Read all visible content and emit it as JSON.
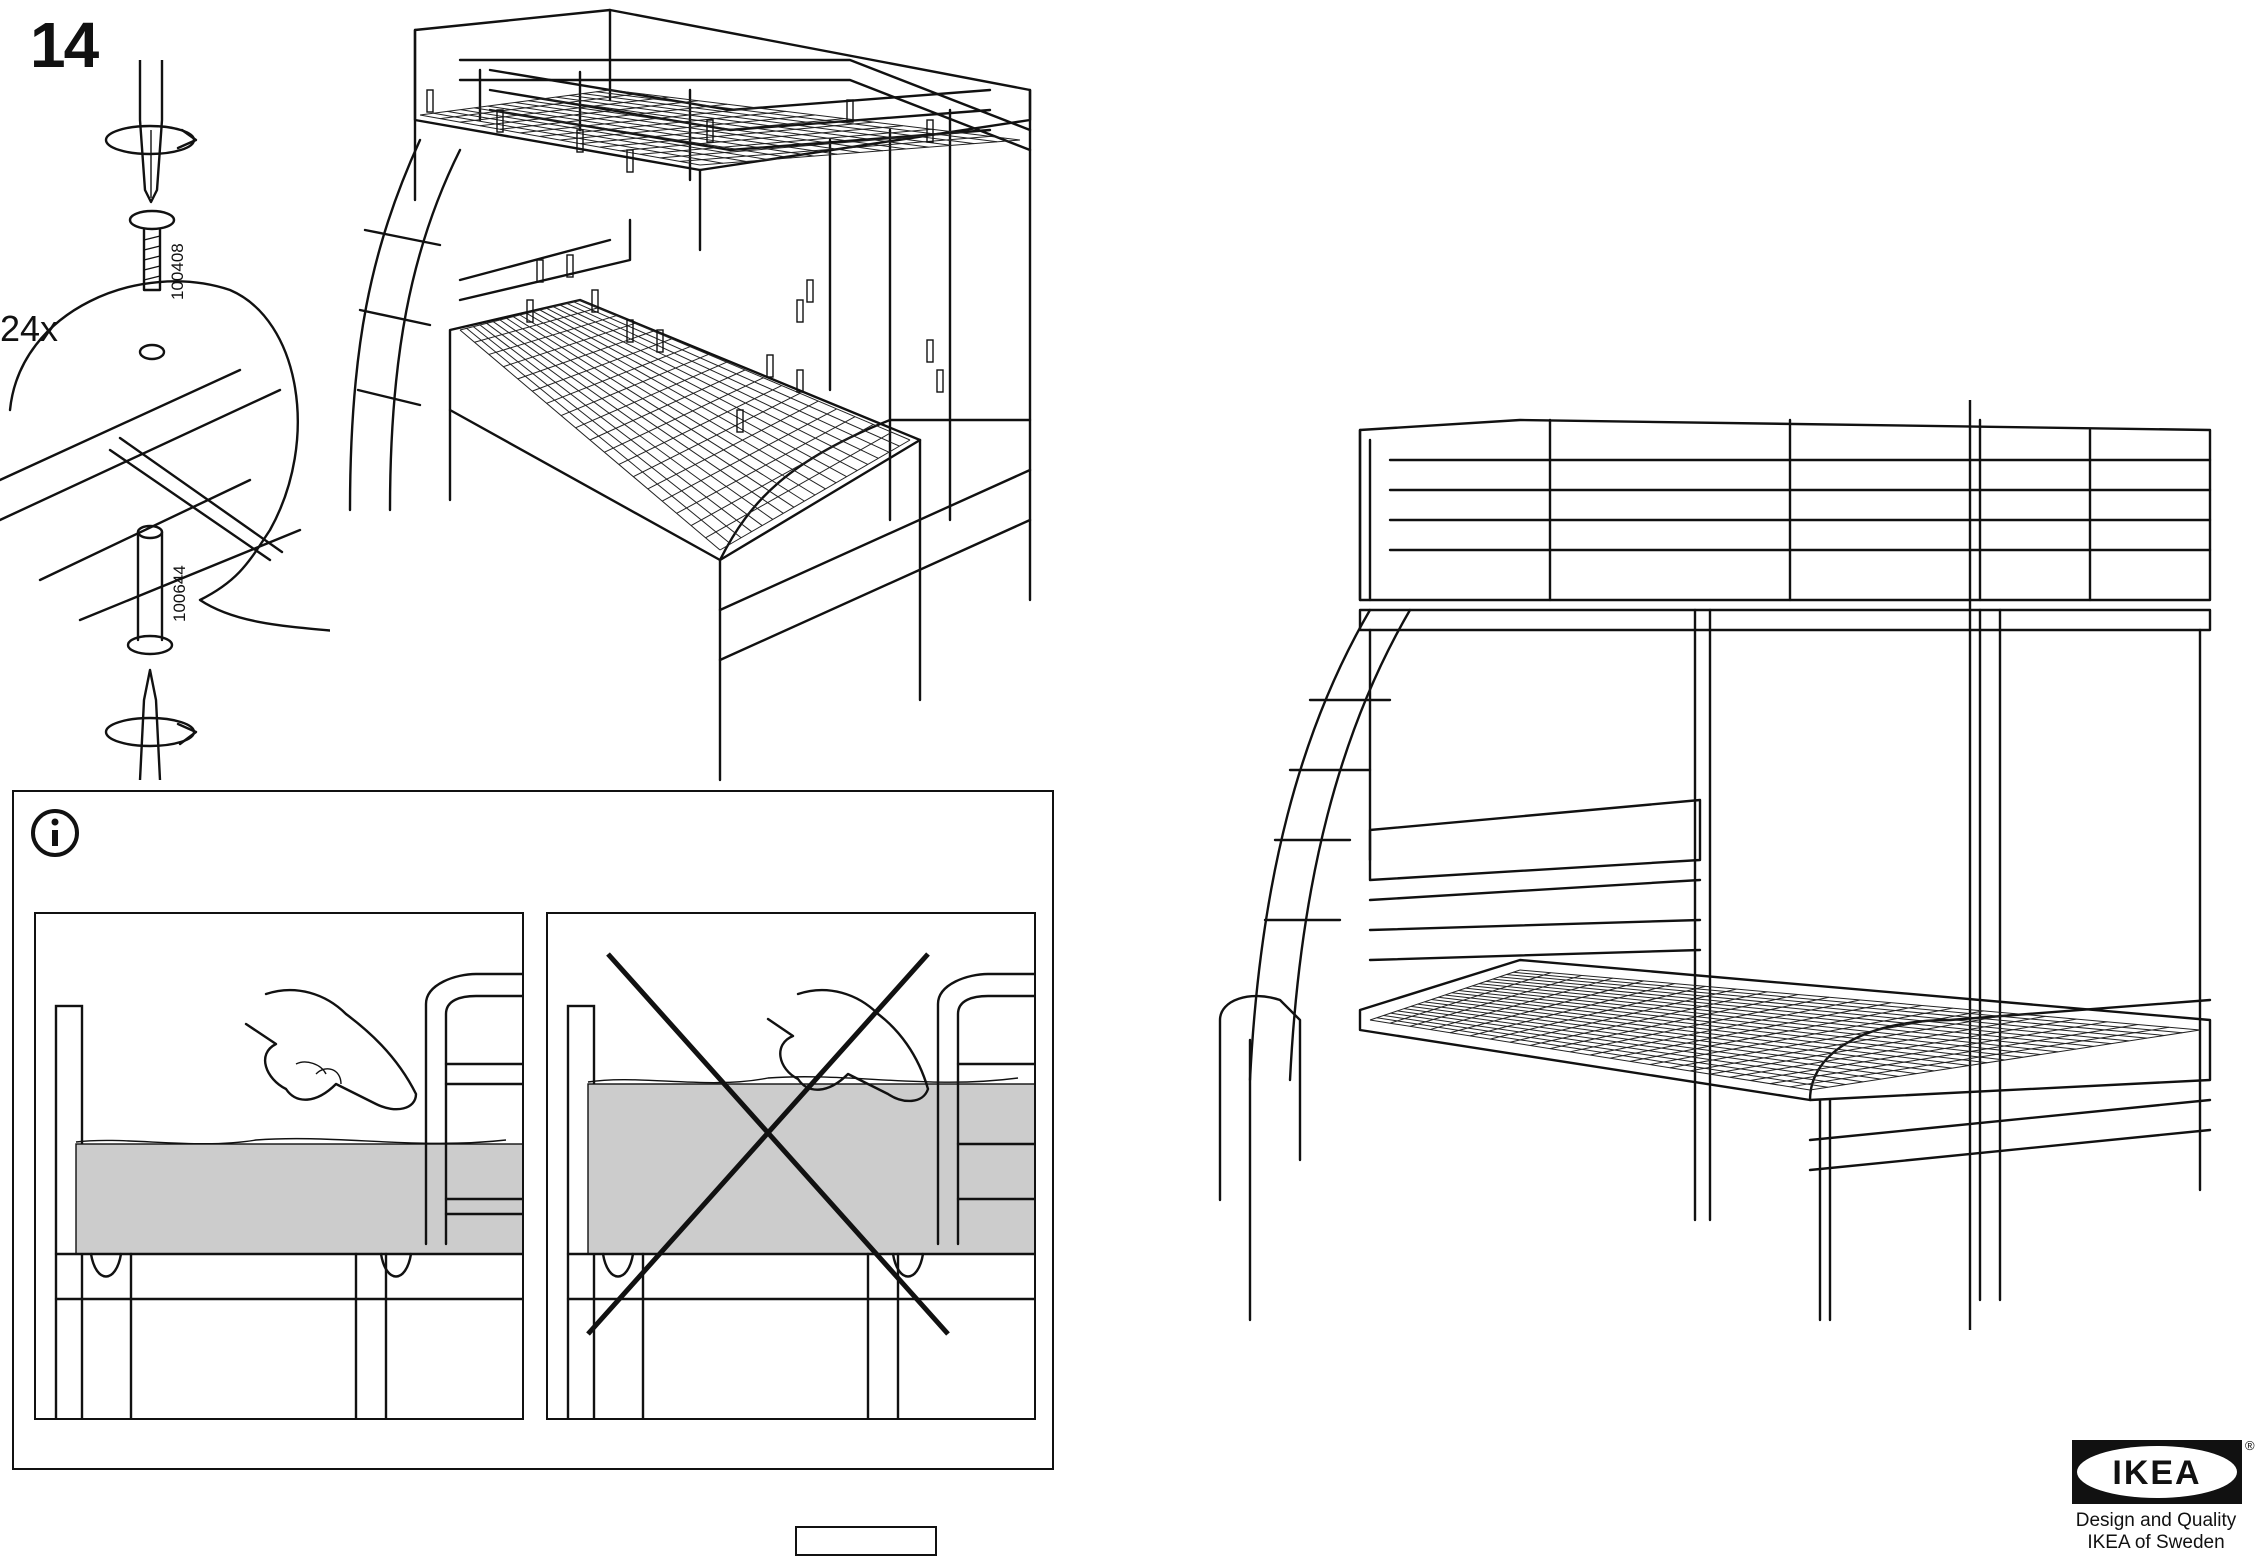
{
  "step": {
    "number": "14"
  },
  "detail": {
    "quantity": "24x",
    "screw_part": "100408",
    "barrel_part": "100644"
  },
  "info_panel": {
    "icon": "info-icon"
  },
  "branding": {
    "logo_text": "IKEA",
    "trademark": "®",
    "line1": "Design and Quality",
    "line2": "IKEA of Sweden"
  },
  "colors": {
    "ink": "#111111",
    "mattress": "#cccccc",
    "paper": "#ffffff"
  },
  "icons": [
    "info-icon",
    "rotate-arrow-icon",
    "screwdriver-icon",
    "cross-icon",
    "hand-icon"
  ]
}
